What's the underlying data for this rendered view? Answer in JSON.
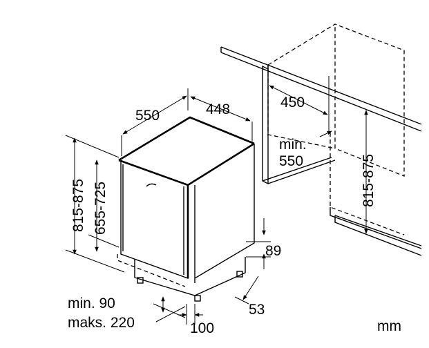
{
  "diagram": {
    "labels": {
      "depth_550": "550",
      "width_448": "448",
      "cabinet_450": "450",
      "min_label": "min.",
      "min_550": "550",
      "height_cabinet": "815-875",
      "height_total": "815-875",
      "height_body": "655-725",
      "plinth_89": "89",
      "plinth_53": "53",
      "plinth_100": "100",
      "min_90": "min. 90",
      "max_220": "maks. 220",
      "unit": "mm"
    }
  }
}
